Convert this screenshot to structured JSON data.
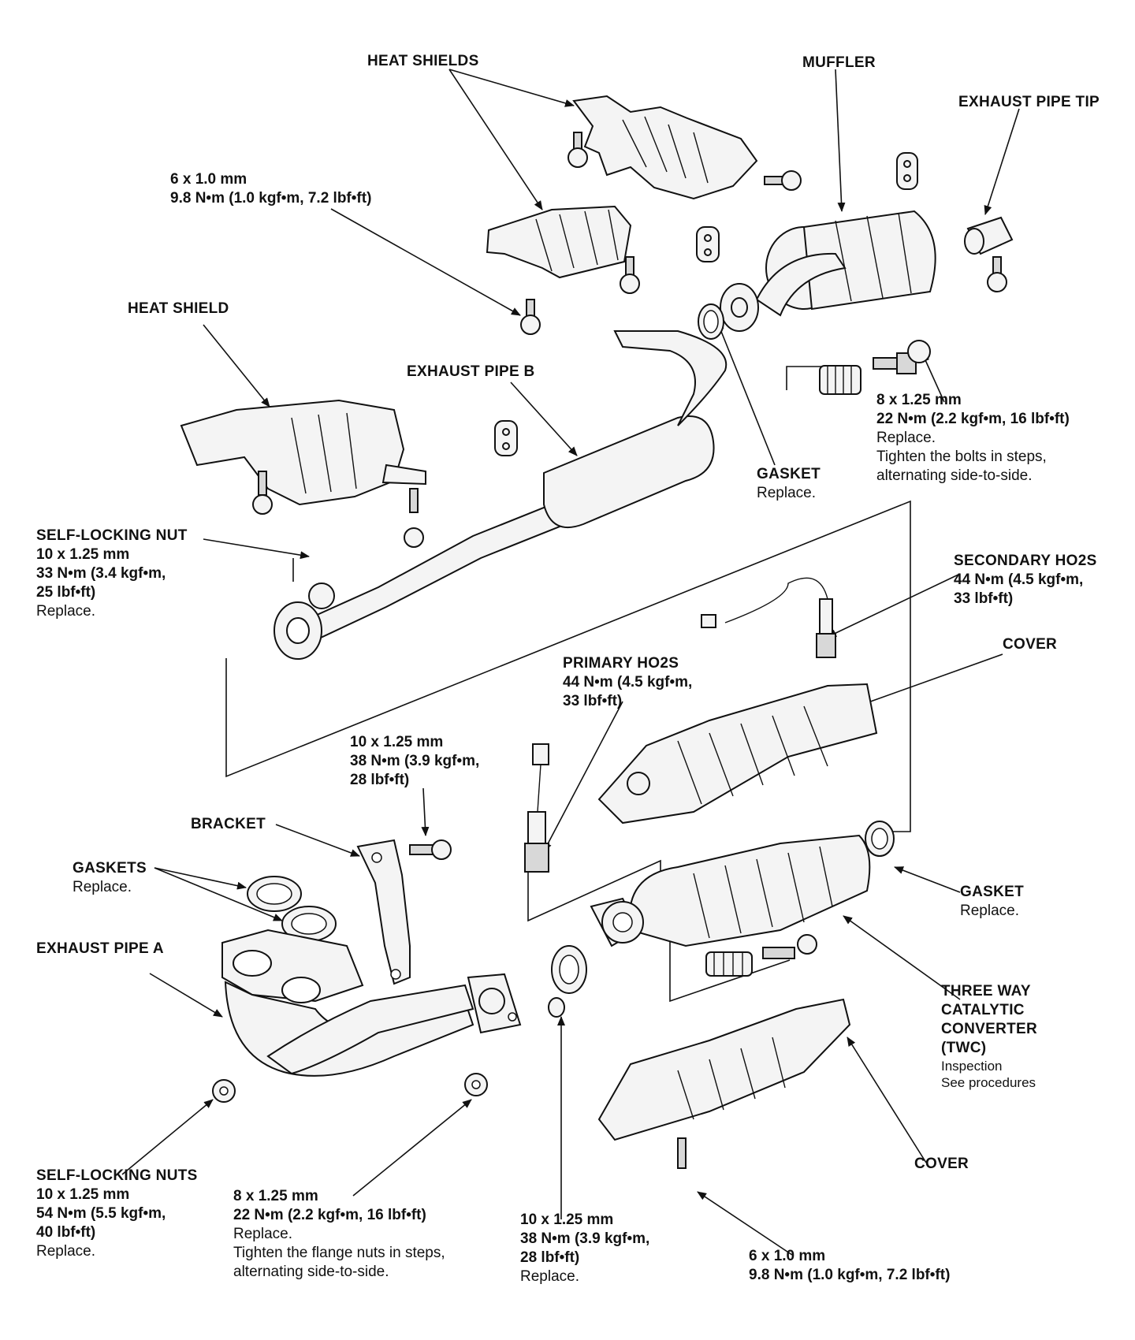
{
  "labels": {
    "heat_shields": {
      "title": "HEAT SHIELDS"
    },
    "muffler": {
      "title": "MUFFLER"
    },
    "exhaust_pipe_tip": {
      "title": "EXHAUST PIPE TIP"
    },
    "bolt_6x1_top": {
      "size": "6 x 1.0 mm",
      "torque": "9.8 N•m (1.0 kgf•m, 7.2 lbf•ft)"
    },
    "heat_shield": {
      "title": "HEAT SHIELD"
    },
    "exhaust_pipe_b": {
      "title": "EXHAUST PIPE B"
    },
    "bolt_8x125_top": {
      "size": "8 x 1.25 mm",
      "torque": "22 N•m (2.2 kgf•m, 16 lbf•ft)",
      "note1": "Replace.",
      "note2": "Tighten the bolts in steps,",
      "note3": "alternating side-to-side."
    },
    "gasket_top": {
      "title": "GASKET",
      "note": "Replace."
    },
    "self_locking_nut": {
      "title": "SELF-LOCKING NUT",
      "size": "10 x 1.25 mm",
      "torque1": "33 N•m (3.4 kgf•m,",
      "torque2": "25 lbf•ft)",
      "note": "Replace."
    },
    "secondary_ho2s": {
      "title": "SECONDARY HO2S",
      "torque1": "44 N•m (4.5 kgf•m,",
      "torque2": "33 lbf•ft)"
    },
    "cover_top": {
      "title": "COVER"
    },
    "primary_ho2s": {
      "title": "PRIMARY HO2S",
      "torque1": "44 N•m (4.5 kgf•m,",
      "torque2": "33 lbf•ft)"
    },
    "bolt_10x125_mid": {
      "size": "10 x 1.25 mm",
      "torque1": "38 N•m (3.9 kgf•m,",
      "torque2": "28 lbf•ft)"
    },
    "bracket": {
      "title": "BRACKET"
    },
    "gaskets": {
      "title": "GASKETS",
      "note": "Replace."
    },
    "gasket_right": {
      "title": "GASKET",
      "note": "Replace."
    },
    "exhaust_pipe_a": {
      "title": "EXHAUST PIPE A"
    },
    "twc": {
      "l1": "THREE WAY",
      "l2": "CATALYTIC",
      "l3": "CONVERTER",
      "l4": "(TWC)",
      "n1": "Inspection",
      "n2": "See procedures"
    },
    "cover_bottom": {
      "title": "COVER"
    },
    "self_locking_nuts": {
      "title": "SELF-LOCKING NUTS",
      "size": "10 x 1.25 mm",
      "torque1": "54 N•m (5.5 kgf•m,",
      "torque2": "40 lbf•ft)",
      "note": "Replace."
    },
    "bolt_8x125_bottom": {
      "size": "8 x 1.25 mm",
      "torque": "22 N•m (2.2 kgf•m, 16 lbf•ft)",
      "note1": "Replace.",
      "note2": "Tighten the flange nuts in steps,",
      "note3": "alternating side-to-side."
    },
    "bolt_10x125_bottom": {
      "size": "10 x 1.25 mm",
      "torque1": "38 N•m (3.9 kgf•m,",
      "torque2": "28 lbf•ft)",
      "note": "Replace."
    },
    "bolt_6x1_bottom": {
      "size": "6 x 1.0 mm",
      "torque": "9.8 N•m (1.0 kgf•m, 7.2 lbf•ft)"
    }
  }
}
